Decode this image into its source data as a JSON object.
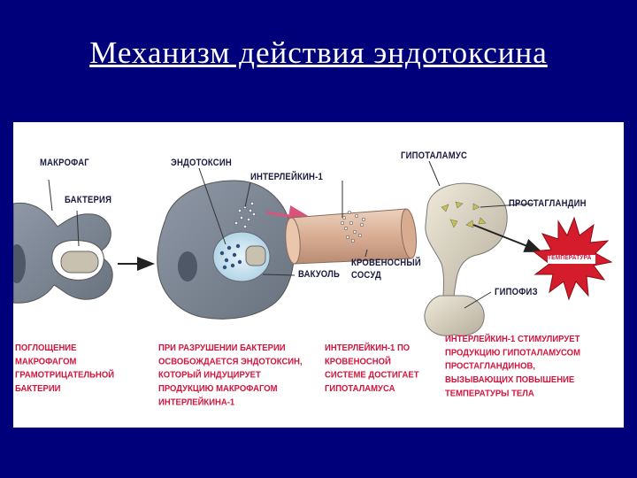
{
  "title": "Механизм действия эндотоксина",
  "labels": {
    "macrophage": "МАКРОФАГ",
    "bacterium": "БАКТЕРИЯ",
    "endotoxin": "ЭНДОТОКСИН",
    "interleukin": "ИНТЕРЛЕЙКИН-1",
    "vacuole": "ВАКУОЛЬ",
    "blood_vessel_1": "КРОВЕНОСНЫЙ",
    "blood_vessel_2": "СОСУД",
    "hypothalamus": "ГИПОТАЛАМУС",
    "prostaglandin": "ПРОСТАГЛАНДИН",
    "pituitary": "ГИПОФИЗ",
    "temperature": "ТЕМПЕРАТУРА"
  },
  "captions": {
    "c1": "ПОГЛОЩЕНИЕ\nМАКРОФАГОМ\nГРАМОТРИЦАТЕЛЬНОЙ\nБАКТЕРИИ",
    "c2": "ПРИ РАЗРУШЕНИИ БАКТЕРИИ\nОСВОБОЖДАЕТСЯ ЭНДОТОКСИН,\nКОТОРЫЙ ИНДУЦИРУЕТ\nПРОДУКЦИЮ МАКРОФАГОМ\nИНТЕРЛЕЙКИНА-1",
    "c3": "ИНТЕРЛЕЙКИН-1 ПО\nКРОВЕНОСНОЙ\nСИСТЕМЕ ДОСТИГАЕТ\nГИПОТАЛАМУСА",
    "c4": "ИНТЕРЛЕЙКИН-1 СТИМУЛИРУЕТ\nПРОДУКЦИЮ ГИПОТАЛАМУСОМ\nПРОСТАГЛАНДИНОВ,\nВЫЗЫВАЮЩИХ ПОВЫШЕНИЕ\nТЕМПЕРАТУРЫ ТЕЛА"
  },
  "colors": {
    "background": "#00007a",
    "cell": "#7e8896",
    "caption_red": "#d4143c",
    "burst": "#d41c2c",
    "vessel": "#dfb9a0"
  }
}
